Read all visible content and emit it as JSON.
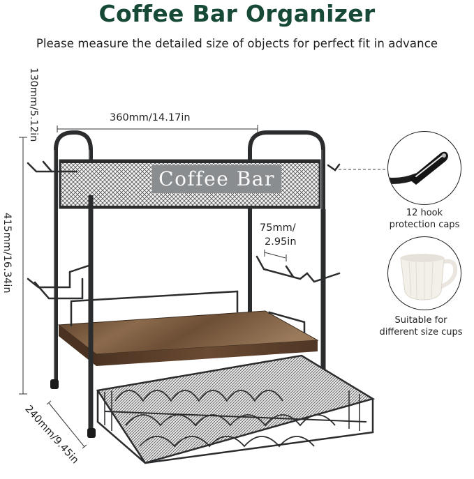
{
  "header": {
    "title": "Coffee Bar Organizer",
    "subtitle": "Please measure the detailed size of objects for perfect fit in advance"
  },
  "dimensions": {
    "top_height": "130mm/5.12in",
    "total_height": "415mm/16.34in",
    "width": "360mm/14.17in",
    "depth": "240mm/9.45in",
    "hook_spacing_line1": "75mm/",
    "hook_spacing_line2": "2.95in"
  },
  "product": {
    "sign_text": "Coffee Bar",
    "image_alt": "Black metal two-tier coffee bar organizer with mesh top basket, wooden shelf, side hooks and pull-out K-cup drawer"
  },
  "features": [
    {
      "icon": "hook-cap-icon",
      "line1": "12 hook",
      "line2": "protection caps"
    },
    {
      "icon": "cup-icon",
      "line1": "Suitable for",
      "line2": "different size cups"
    }
  ],
  "colors": {
    "title_green": "#174a36",
    "metal_black": "#2b2c2e",
    "wood_brown": "#6e4f36",
    "sign_gray": "#8a8d90"
  }
}
